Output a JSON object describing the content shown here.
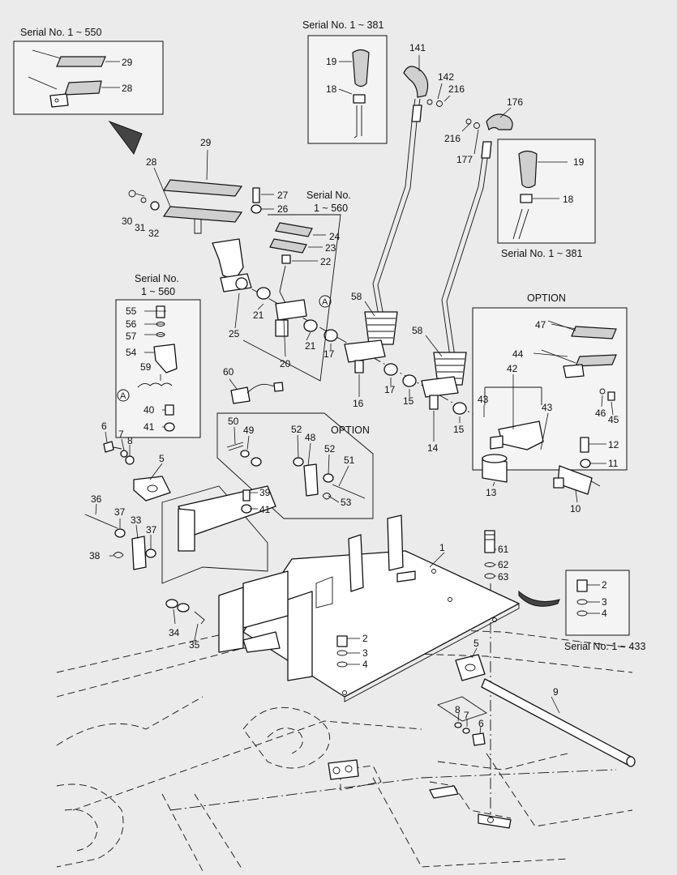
{
  "captions": {
    "serial_550": "Serial No. 1 ~ 550",
    "serial_381_top": "Serial No. 1 ~ 381",
    "serial_381_right": "Serial No. 1 ~ 381",
    "serial_560_a_line1": "Serial No.",
    "serial_560_a_line2": "1 ~ 560",
    "serial_560_b_line1": "Serial No.",
    "serial_560_b_line2": "1 ~ 560",
    "option_right": "OPTION",
    "option_mid": "OPTION",
    "serial_433": "Serial No. 1 ~ 433"
  },
  "markers": {
    "a1": "A",
    "a2": "A"
  },
  "labels": [
    "29",
    "28",
    "19",
    "18",
    "141",
    "142",
    "216",
    "176",
    "216",
    "177",
    "19",
    "18",
    "29",
    "28",
    "27",
    "26",
    "30",
    "31",
    "32",
    "24",
    "23",
    "22",
    "21",
    "21",
    "20",
    "25",
    "55",
    "56",
    "57",
    "54",
    "59",
    "40",
    "41",
    "58",
    "58",
    "17",
    "17",
    "16",
    "15",
    "15",
    "14",
    "47",
    "44",
    "42",
    "43",
    "43",
    "46",
    "45",
    "12",
    "11",
    "13",
    "10",
    "60",
    "6",
    "7",
    "8",
    "5",
    "50",
    "49",
    "52",
    "48",
    "52",
    "51",
    "53",
    "39",
    "41",
    "36",
    "37",
    "33",
    "37",
    "38",
    "34",
    "35",
    "1",
    "61",
    "62",
    "63",
    "2",
    "3",
    "4",
    "2",
    "3",
    "4",
    "5",
    "9",
    "8",
    "7",
    "6"
  ]
}
